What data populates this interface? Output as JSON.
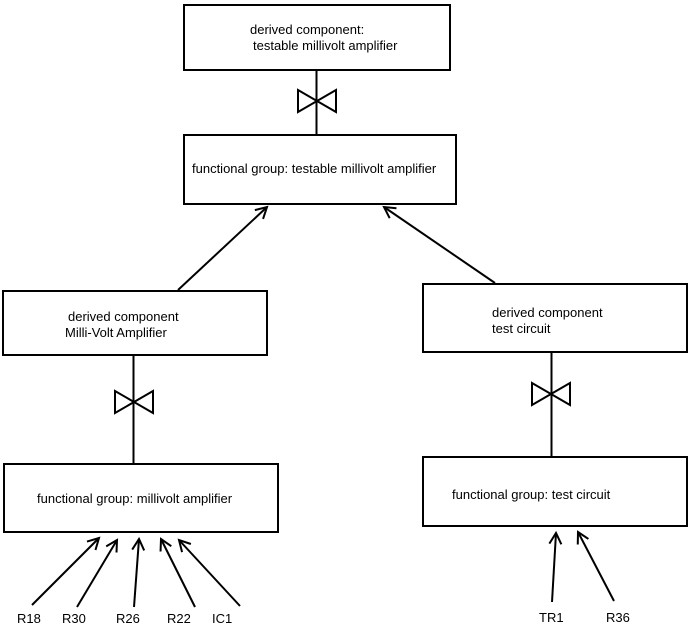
{
  "colors": {
    "stroke": "#000000",
    "background": "#ffffff"
  },
  "icons": {
    "decomposition_symbol": "bowtie-icon",
    "connector_head": "open-arrowhead-icon"
  },
  "nodes": {
    "top_derived": {
      "line1": "derived component:",
      "line2": "testable millivolt amplifier"
    },
    "fg_testable": {
      "line1": "functional group: testable millivolt amplifier"
    },
    "derived_mva": {
      "line1": "derived component",
      "line2": "Milli-Volt Amplifier"
    },
    "derived_tc": {
      "line1": "derived component",
      "line2": "test circuit"
    },
    "fg_mva": {
      "line1": "functional group: millivolt amplifier"
    },
    "fg_tc": {
      "line1": "functional group: test circuit"
    }
  },
  "leaf_labels": {
    "r18": "R18",
    "r30": "R30",
    "r26": "R26",
    "r22": "R22",
    "ic1": "IC1",
    "tr1": "TR1",
    "r36": "R36"
  }
}
